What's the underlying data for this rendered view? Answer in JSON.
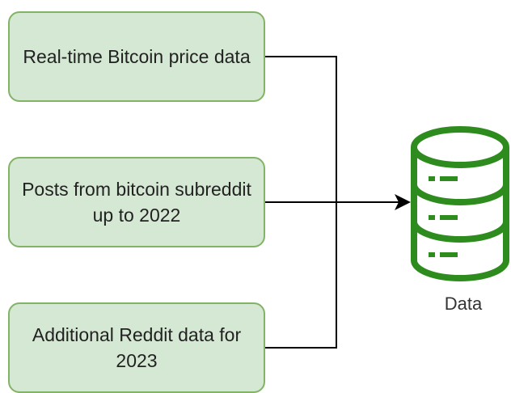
{
  "sources": [
    {
      "label": "Real-time Bitcoin price data"
    },
    {
      "label": "Posts from bitcoin subreddit up to 2022"
    },
    {
      "label": "Additional Reddit data for 2023"
    }
  ],
  "target": {
    "label": "Data",
    "icon": "database-icon"
  },
  "colors": {
    "box_fill": "#d5e8d4",
    "box_border": "#82b366",
    "database_stroke": "#2e8b1e",
    "connector": "#000000"
  }
}
